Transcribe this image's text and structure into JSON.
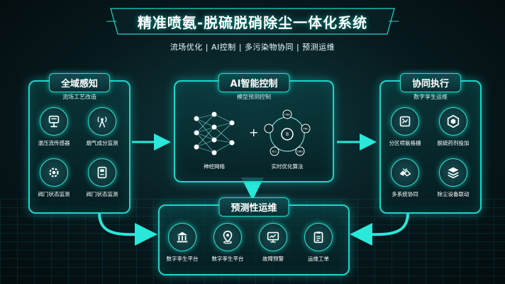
{
  "title": "精准喷氨-脱硫脱硝除尘一体化系统",
  "subtitle": "流场优化 | AI控制 | 多污染物协同 | 预测运维",
  "left_panel": {
    "heading": "全域感知",
    "sub": "流场工艺改造",
    "items": [
      {
        "label": "温压流传感器",
        "icon": "sensor-icon"
      },
      {
        "label": "烟气成分监测",
        "icon": "antenna-icon"
      },
      {
        "label": "阀门状态监测",
        "icon": "gear-icon"
      },
      {
        "label": "阀门状态监测",
        "icon": "monitor-icon"
      }
    ]
  },
  "center_panel": {
    "heading": "AI智能控制",
    "sub": "模型预测控制",
    "items": [
      {
        "label": "神经网络",
        "icon": "neural-network-icon"
      },
      {
        "label": "实时优化算法",
        "icon": "optimization-cycle-icon"
      }
    ],
    "cycle_nodes": [
      "OBB",
      "B",
      "OBC",
      "OBD",
      "BLC"
    ]
  },
  "right_panel": {
    "heading": "协同执行",
    "sub": "数字孪生运维",
    "items": [
      {
        "label": "分区喷氨格栅",
        "icon": "grid-icon"
      },
      {
        "label": "脱硫药剂投加",
        "icon": "hexagon-icon"
      },
      {
        "label": "多系统协同",
        "icon": "hands-icon"
      },
      {
        "label": "除尘设备联动",
        "icon": "layers-icon"
      }
    ]
  },
  "bottom_panel": {
    "heading": "预测性运维",
    "items": [
      {
        "label": "数字孪生平台",
        "icon": "building-icon"
      },
      {
        "label": "数字孪生平台",
        "icon": "location-icon"
      },
      {
        "label": "故障预警",
        "icon": "chart-screen-icon"
      },
      {
        "label": "运维工单",
        "icon": "clipboard-icon"
      }
    ]
  },
  "colors": {
    "accent": "#19d7cc",
    "glow": "#2ae8da",
    "background": "#07191d"
  }
}
